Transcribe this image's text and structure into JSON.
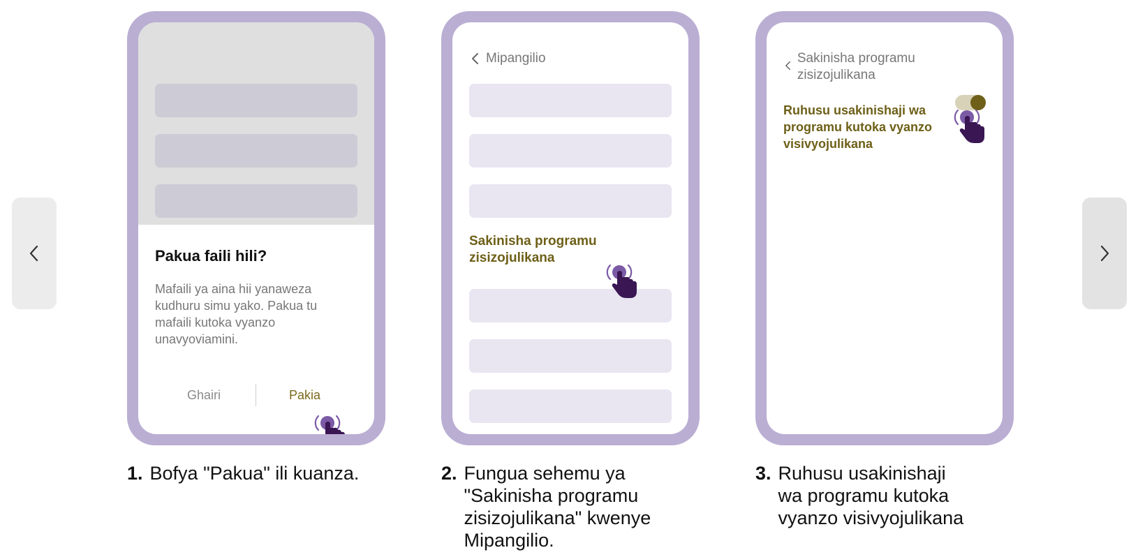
{
  "steps": [
    {
      "number": "1.",
      "caption": "Bofya \"Pakua\" ili kuanza.",
      "dialog": {
        "title": "Pakua faili hili?",
        "body": "Mafaili ya aina hii yanaweza kudhuru simu yako. Pakua tu mafaili kutoka vyanzo unavyoviamini.",
        "cancel_label": "Ghairi",
        "confirm_label": "Pakia"
      }
    },
    {
      "number": "2.",
      "caption": "Fungua sehemu ya \"Sakinisha programu zisizojulikana\" kwenye Mipangilio.",
      "back_label": "Mipangilio",
      "highlight_item": "Sakinisha programu zisizojulikana"
    },
    {
      "number": "3.",
      "caption": "Ruhusu usakinishaji wa programu kutoka vyanzo visivyojulikana",
      "back_label": "Sakinisha programu zisizojulikana",
      "setting_label": "Ruhusu usakinishaji wa programu kutoka vyanzo visivyojulikana",
      "toggle_on": true
    }
  ],
  "icons": {
    "prev": "chevron-left-icon",
    "next": "chevron-right-icon",
    "tap": "tap-hand-icon",
    "back": "back-chevron-icon"
  },
  "colors": {
    "phone_frame": "#baaed3",
    "accent": "#6e6018",
    "hand": "#3a1653",
    "ripple": "#7b5aa6"
  }
}
